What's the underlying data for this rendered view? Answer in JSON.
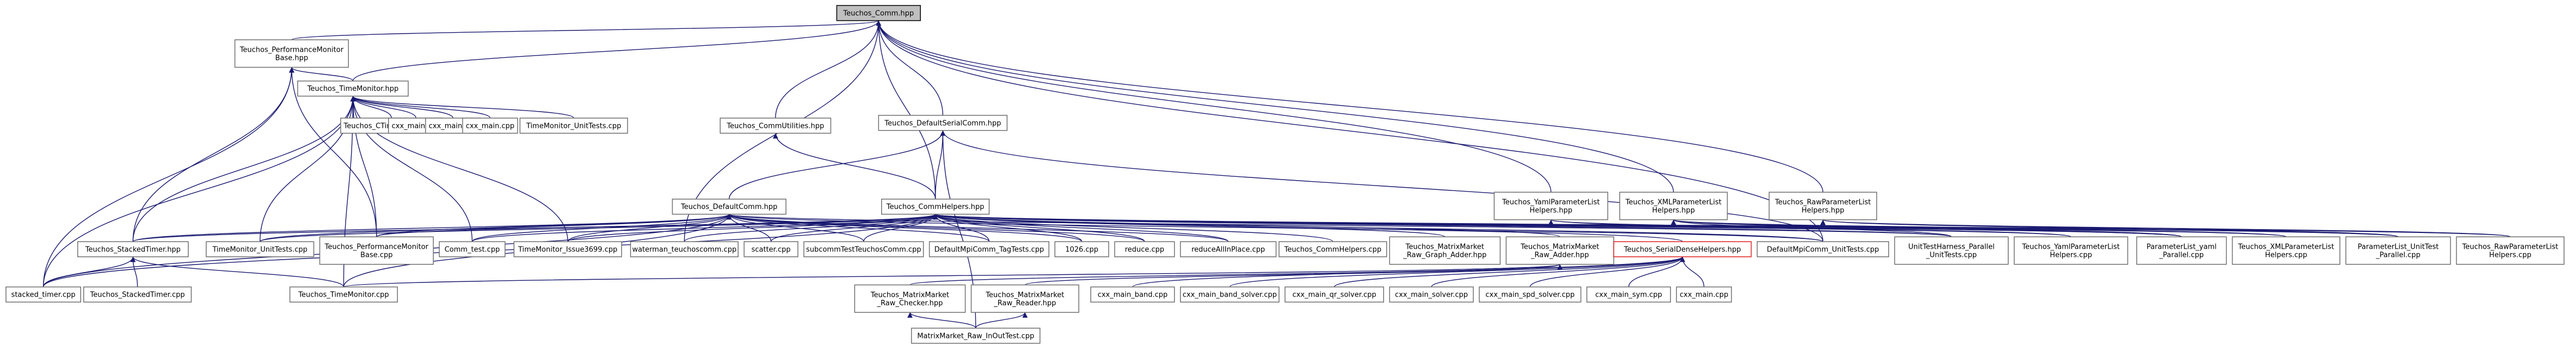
{
  "nodes": [
    {
      "id": "comm",
      "lines": [
        "Teuchos_Comm.hpp"
      ],
      "root": true
    },
    {
      "id": "perfbase",
      "lines": [
        "Teuchos_PerformanceMonitor",
        "Base.hpp"
      ]
    },
    {
      "id": "timemon",
      "lines": [
        "Teuchos_TimeMonitor.hpp"
      ]
    },
    {
      "id": "ctimemon",
      "lines": [
        "Teuchos_CTimeMonitor.cpp"
      ]
    },
    {
      "id": "cxxmain1",
      "lines": [
        "cxx_main.cpp"
      ]
    },
    {
      "id": "cxxmain2",
      "lines": [
        "cxx_main.cpp"
      ]
    },
    {
      "id": "cxxmain3",
      "lines": [
        "cxx_main.cpp"
      ]
    },
    {
      "id": "tmunit",
      "lines": [
        "TimeMonitor_UnitTests.cpp"
      ]
    },
    {
      "id": "commutil",
      "lines": [
        "Teuchos_CommUtilities.hpp"
      ]
    },
    {
      "id": "defserial",
      "lines": [
        "Teuchos_DefaultSerialComm.hpp"
      ]
    },
    {
      "id": "defcomm",
      "lines": [
        "Teuchos_DefaultComm.hpp"
      ]
    },
    {
      "id": "commhelp",
      "lines": [
        "Teuchos_CommHelpers.hpp"
      ]
    },
    {
      "id": "yamlpl",
      "lines": [
        "Teuchos_YamlParameterList",
        "Helpers.hpp"
      ]
    },
    {
      "id": "xmlpl",
      "lines": [
        "Teuchos_XMLParameterList",
        "Helpers.hpp"
      ]
    },
    {
      "id": "rawpl",
      "lines": [
        "Teuchos_RawParameterList",
        "Helpers.hpp"
      ]
    },
    {
      "id": "stackedh",
      "lines": [
        "Teuchos_StackedTimer.hpp"
      ]
    },
    {
      "id": "tmut2",
      "lines": [
        "TimeMonitor_UnitTests.cpp"
      ]
    },
    {
      "id": "perfcpp",
      "lines": [
        "Teuchos_PerformanceMonitor",
        "Base.cpp"
      ]
    },
    {
      "id": "commtest",
      "lines": [
        "Comm_test.cpp"
      ]
    },
    {
      "id": "tmissue",
      "lines": [
        "TimeMonitor_Issue3699.cpp"
      ]
    },
    {
      "id": "waterman",
      "lines": [
        "waterman_teuchoscomm.cpp"
      ]
    },
    {
      "id": "scatter",
      "lines": [
        "scatter.cpp"
      ]
    },
    {
      "id": "subcomm",
      "lines": [
        "subcommTestTeuchosComm.cpp"
      ]
    },
    {
      "id": "defmpi",
      "lines": [
        "DefaultMpiComm_TagTests.cpp"
      ]
    },
    {
      "id": "n1026",
      "lines": [
        "1026.cpp"
      ]
    },
    {
      "id": "reduce",
      "lines": [
        "reduce.cpp"
      ]
    },
    {
      "id": "reduceall",
      "lines": [
        "reduceAllInPlace.cpp"
      ]
    },
    {
      "id": "commhelpcpp",
      "lines": [
        "Teuchos_CommHelpers.cpp"
      ]
    },
    {
      "id": "mmgraph",
      "lines": [
        "Teuchos_MatrixMarket",
        "_Raw_Graph_Adder.hpp"
      ]
    },
    {
      "id": "mmadder",
      "lines": [
        "Teuchos_MatrixMarket",
        "_Raw_Adder.hpp"
      ]
    },
    {
      "id": "serialdense",
      "lines": [
        "Teuchos_SerialDenseHelpers.hpp"
      ],
      "highlight": true
    },
    {
      "id": "defmpiut",
      "lines": [
        "DefaultMpiComm_UnitTests.cpp"
      ]
    },
    {
      "id": "uthp",
      "lines": [
        "UnitTestHarness_Parallel",
        "_UnitTests.cpp"
      ]
    },
    {
      "id": "yamlcpp",
      "lines": [
        "Teuchos_YamlParameterList",
        "Helpers.cpp"
      ]
    },
    {
      "id": "plyaml",
      "lines": [
        "ParameterList_yaml",
        "_Parallel.cpp"
      ]
    },
    {
      "id": "xmlcpp",
      "lines": [
        "Teuchos_XMLParameterList",
        "Helpers.cpp"
      ]
    },
    {
      "id": "plut",
      "lines": [
        "ParameterList_UnitTest",
        "_Parallel.cpp"
      ]
    },
    {
      "id": "rawcpp",
      "lines": [
        "Teuchos_RawParameterList",
        "Helpers.cpp"
      ]
    },
    {
      "id": "stackedtimecpp",
      "lines": [
        "stacked_timer.cpp"
      ]
    },
    {
      "id": "stackedcpp",
      "lines": [
        "Teuchos_StackedTimer.cpp"
      ]
    },
    {
      "id": "tmcpp",
      "lines": [
        "Teuchos_TimeMonitor.cpp"
      ]
    },
    {
      "id": "mmchecker",
      "lines": [
        "Teuchos_MatrixMarket",
        "_Raw_Checker.hpp"
      ]
    },
    {
      "id": "mmreader",
      "lines": [
        "Teuchos_MatrixMarket",
        "_Raw_Reader.hpp"
      ]
    },
    {
      "id": "band",
      "lines": [
        "cxx_main_band.cpp"
      ]
    },
    {
      "id": "bandsolver",
      "lines": [
        "cxx_main_band_solver.cpp"
      ]
    },
    {
      "id": "qrsolver",
      "lines": [
        "cxx_main_qr_solver.cpp"
      ]
    },
    {
      "id": "solver",
      "lines": [
        "cxx_main_solver.cpp"
      ]
    },
    {
      "id": "spdsolver",
      "lines": [
        "cxx_main_spd_solver.cpp"
      ]
    },
    {
      "id": "sym",
      "lines": [
        "cxx_main_sym.cpp"
      ]
    },
    {
      "id": "cxxmain4",
      "lines": [
        "cxx_main.cpp"
      ]
    },
    {
      "id": "mminout",
      "lines": [
        "MatrixMarket_Raw_InOutTest.cpp"
      ]
    }
  ],
  "edges": [
    [
      "perfbase",
      "comm"
    ],
    [
      "timemon",
      "comm"
    ],
    [
      "commutil",
      "comm"
    ],
    [
      "defserial",
      "comm"
    ],
    [
      "commhelp",
      "comm"
    ],
    [
      "yamlpl",
      "comm"
    ],
    [
      "xmlpl",
      "comm"
    ],
    [
      "rawpl",
      "comm"
    ],
    [
      "waterman",
      "comm"
    ],
    [
      "defmpiut",
      "comm"
    ],
    [
      "timemon",
      "perfbase"
    ],
    [
      "stackedh",
      "perfbase"
    ],
    [
      "perfcpp",
      "perfbase"
    ],
    [
      "stackedtimecpp",
      "perfbase"
    ],
    [
      "ctimemon",
      "timemon"
    ],
    [
      "cxxmain1",
      "timemon"
    ],
    [
      "cxxmain2",
      "timemon"
    ],
    [
      "cxxmain3",
      "timemon"
    ],
    [
      "tmunit",
      "timemon"
    ],
    [
      "stackedh",
      "timemon"
    ],
    [
      "tmut2",
      "timemon"
    ],
    [
      "perfcpp",
      "timemon"
    ],
    [
      "commtest",
      "timemon"
    ],
    [
      "tmissue",
      "timemon"
    ],
    [
      "tmcpp",
      "timemon"
    ],
    [
      "stackedtimecpp",
      "timemon"
    ],
    [
      "commhelp",
      "commutil"
    ],
    [
      "defcomm",
      "defserial"
    ],
    [
      "commhelp",
      "defserial"
    ],
    [
      "defmpiut",
      "defserial"
    ],
    [
      "mminout",
      "defserial"
    ],
    [
      "stackedh",
      "defcomm"
    ],
    [
      "tmut2",
      "defcomm"
    ],
    [
      "perfcpp",
      "defcomm"
    ],
    [
      "commtest",
      "defcomm"
    ],
    [
      "tmissue",
      "defcomm"
    ],
    [
      "scatter",
      "defcomm"
    ],
    [
      "subcomm",
      "defcomm"
    ],
    [
      "defmpi",
      "defcomm"
    ],
    [
      "n1026",
      "defcomm"
    ],
    [
      "reduce",
      "defcomm"
    ],
    [
      "reduceall",
      "defcomm"
    ],
    [
      "defmpiut",
      "defcomm"
    ],
    [
      "uthp",
      "defcomm"
    ],
    [
      "stackedtimecpp",
      "defcomm"
    ],
    [
      "tmcpp",
      "defcomm"
    ],
    [
      "stackedh",
      "commhelp"
    ],
    [
      "tmut2",
      "commhelp"
    ],
    [
      "perfcpp",
      "commhelp"
    ],
    [
      "commtest",
      "commhelp"
    ],
    [
      "tmissue",
      "commhelp"
    ],
    [
      "waterman",
      "commhelp"
    ],
    [
      "scatter",
      "commhelp"
    ],
    [
      "subcomm",
      "commhelp"
    ],
    [
      "defmpi",
      "commhelp"
    ],
    [
      "n1026",
      "commhelp"
    ],
    [
      "reduce",
      "commhelp"
    ],
    [
      "reduceall",
      "commhelp"
    ],
    [
      "commhelpcpp",
      "commhelp"
    ],
    [
      "mmgraph",
      "commhelp"
    ],
    [
      "mmadder",
      "commhelp"
    ],
    [
      "serialdense",
      "commhelp"
    ],
    [
      "defmpiut",
      "commhelp"
    ],
    [
      "uthp",
      "commhelp"
    ],
    [
      "yamlcpp",
      "commhelp"
    ],
    [
      "plyaml",
      "commhelp"
    ],
    [
      "xmlcpp",
      "commhelp"
    ],
    [
      "plut",
      "commhelp"
    ],
    [
      "rawcpp",
      "commhelp"
    ],
    [
      "stackedtimecpp",
      "commhelp"
    ],
    [
      "yamlcpp",
      "yamlpl"
    ],
    [
      "plyaml",
      "yamlpl"
    ],
    [
      "uthp",
      "xmlpl"
    ],
    [
      "plyaml",
      "xmlpl"
    ],
    [
      "xmlcpp",
      "xmlpl"
    ],
    [
      "plut",
      "xmlpl"
    ],
    [
      "rawcpp",
      "rawpl"
    ],
    [
      "plut",
      "rawpl"
    ],
    [
      "stackedtimecpp",
      "stackedh"
    ],
    [
      "stackedcpp",
      "stackedh"
    ],
    [
      "tmcpp",
      "stackedh"
    ],
    [
      "tmcpp",
      "mmadder"
    ],
    [
      "mmchecker",
      "mmadder"
    ],
    [
      "mmreader",
      "mmadder"
    ],
    [
      "band",
      "serialdense"
    ],
    [
      "bandsolver",
      "serialdense"
    ],
    [
      "qrsolver",
      "serialdense"
    ],
    [
      "solver",
      "serialdense"
    ],
    [
      "spdsolver",
      "serialdense"
    ],
    [
      "sym",
      "serialdense"
    ],
    [
      "cxxmain4",
      "serialdense"
    ],
    [
      "mminout",
      "mmchecker"
    ],
    [
      "mminout",
      "mmreader"
    ]
  ]
}
